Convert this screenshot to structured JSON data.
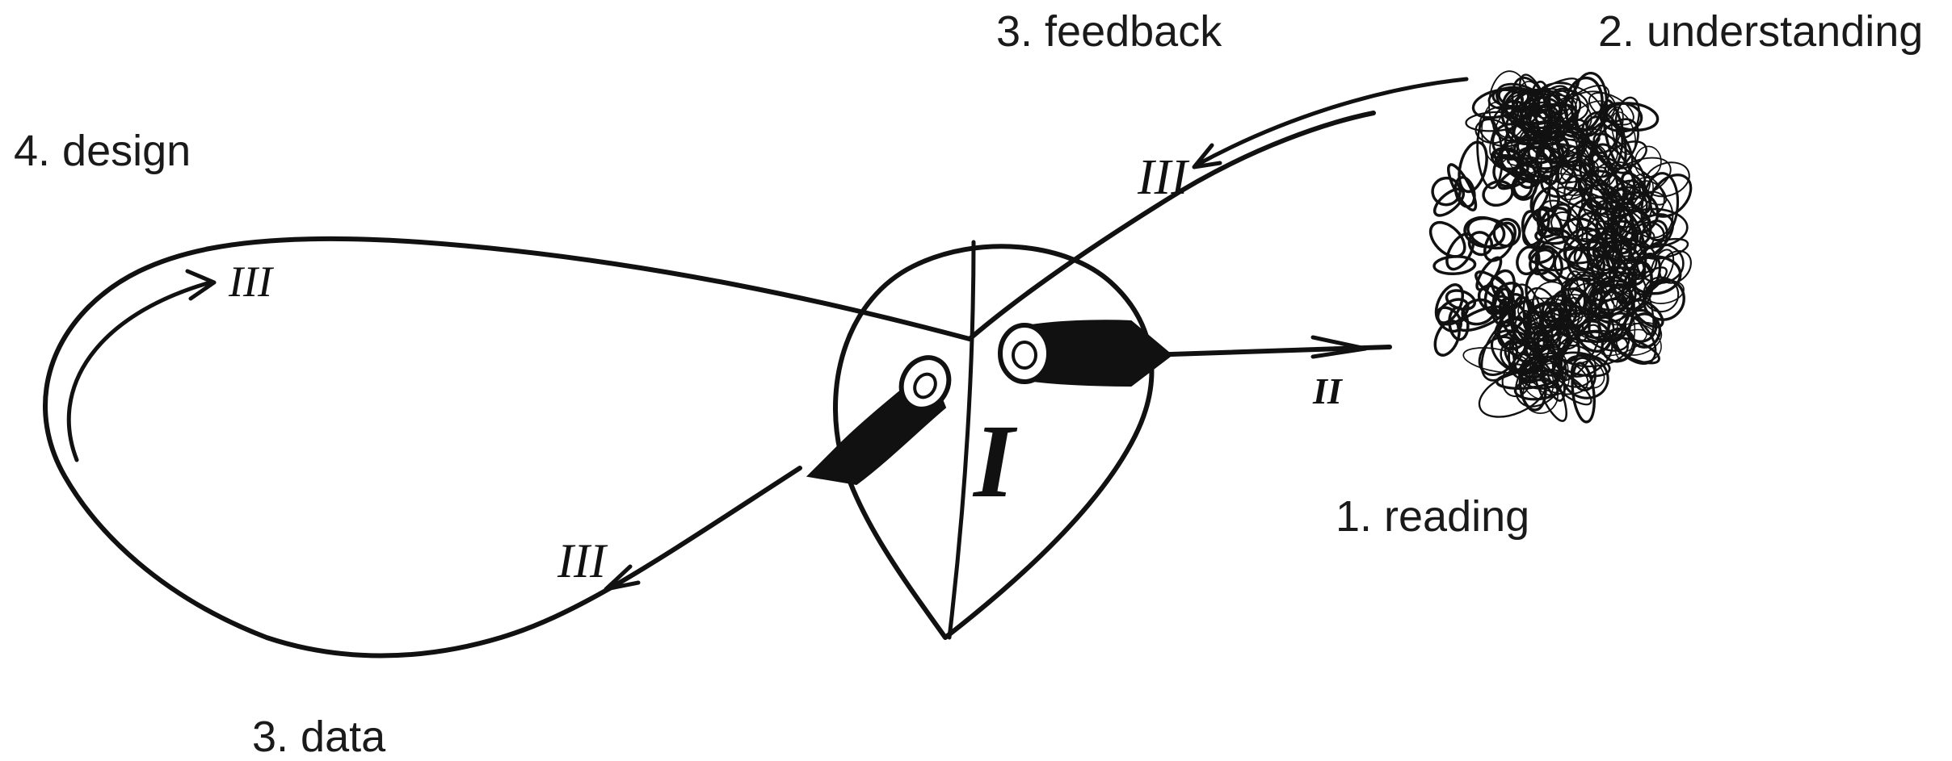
{
  "labels": {
    "feedback": "3. feedback",
    "understanding": "2. understanding",
    "design": "4. design",
    "reading": "1. reading",
    "data": "3. data"
  },
  "sketch_marks": {
    "center": "I",
    "reading_arrow": "II",
    "feedback_arrow": "III",
    "design_arrow": "III",
    "data_arrow": "III"
  },
  "colors": {
    "ink": "#111111",
    "text": "#1a1a1a",
    "background": "#ffffff"
  }
}
